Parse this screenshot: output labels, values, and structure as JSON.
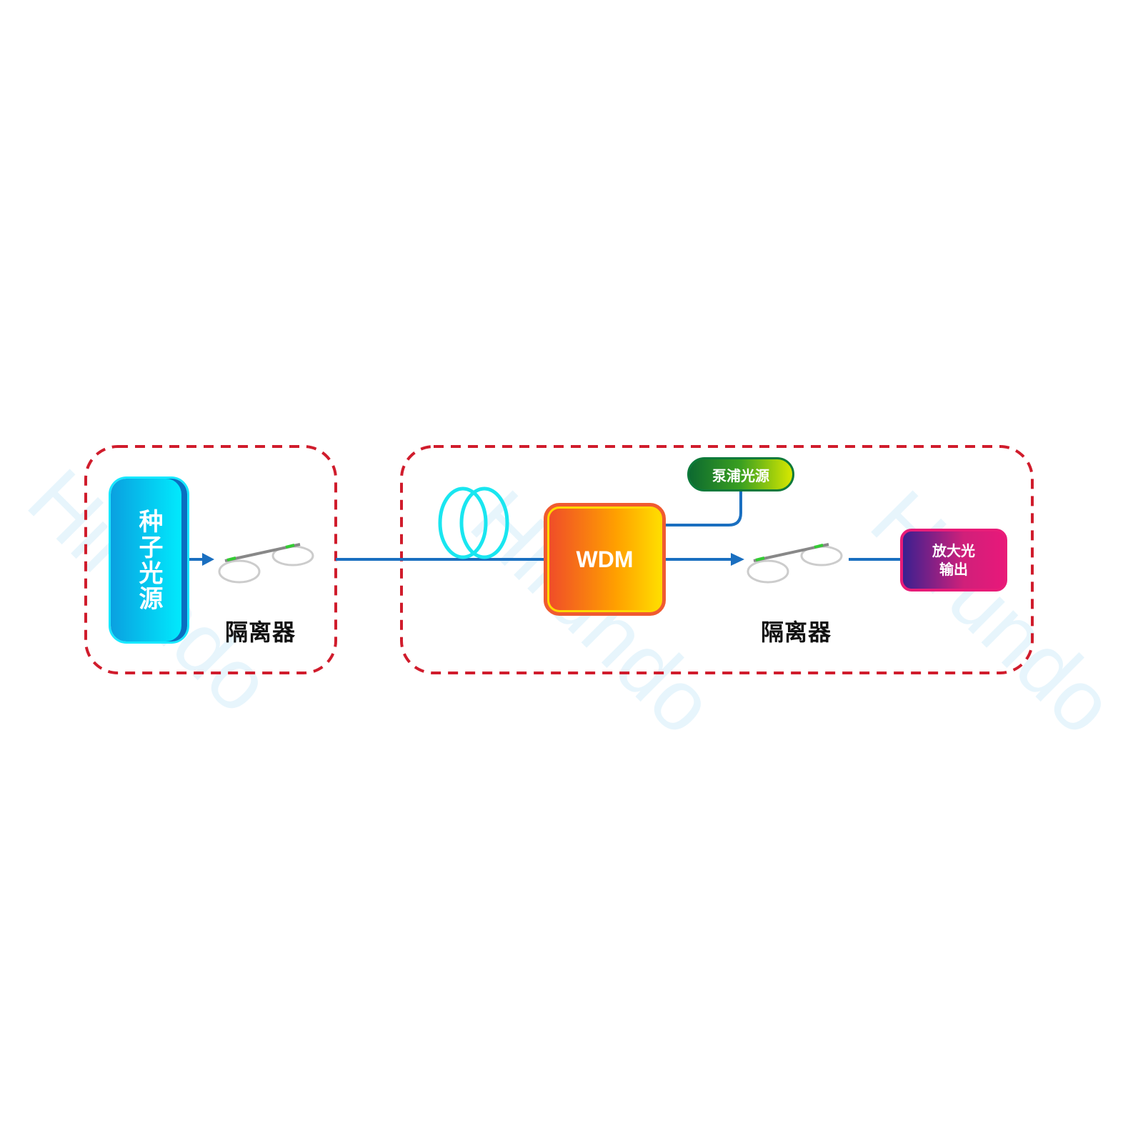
{
  "watermark": "Hirundo",
  "seed_source": {
    "label": "种子光源"
  },
  "isolator_1": {
    "label": "隔离器"
  },
  "isolator_2": {
    "label": "隔离器"
  },
  "wdm": {
    "label": "WDM"
  },
  "pump_source": {
    "label": "泵浦光源"
  },
  "amplified_output": {
    "line1": "放大光",
    "line2": "输出"
  },
  "colors": {
    "dashed_border": "#d01c2c",
    "fiber_line": "#1a6fc0",
    "coil": "#19e6f0"
  }
}
